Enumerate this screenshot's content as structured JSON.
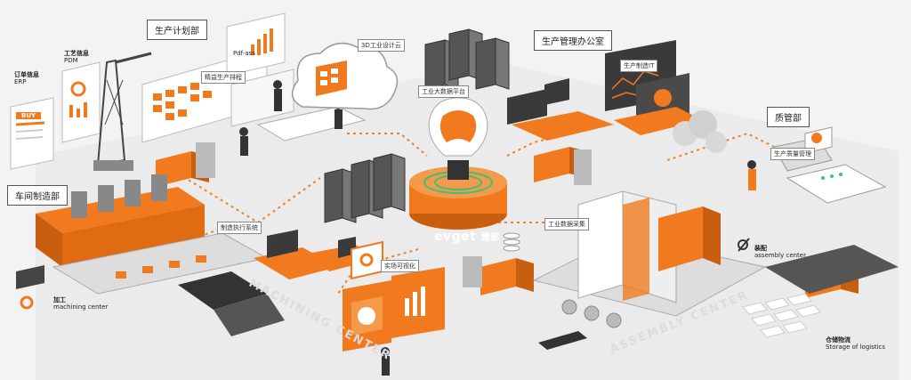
{
  "callouts": {
    "production_plan": "生产计划部",
    "production_office": "生产管理办公室",
    "quality_dept": "质管部",
    "workshop": "车间制造部"
  },
  "systems": {
    "order_info": "订单信息",
    "order_erp": "ERP",
    "process_info": "工艺信息",
    "process_pdm": "PDM",
    "precise_schedule": "精益生产排程",
    "cloud_3d": "3D工业设计云",
    "big_data": "工业大数据平台",
    "prod_manage": "生产制造IT",
    "quality_manage": "生产质量管理",
    "mes": "制造执行系统",
    "live_visual": "实场可视化",
    "data_collect": "工业数据采集"
  },
  "areas": {
    "machining_cn": "加工",
    "machining_en": "machining center",
    "assembly_cn": "装配",
    "assembly_en": "assembly center",
    "logistics_cn": "仓储物流",
    "logistics_en": "Storage of logistics"
  },
  "watermarks": {
    "machining": "MACHINING CENTER",
    "assembly": "ASSEMBLY CENTER"
  },
  "screen_text": {
    "buy": "BUY",
    "pdf_title": "Pdf-ass"
  },
  "brand": {
    "name": "evget",
    "suffix": "慧都"
  },
  "colors": {
    "accent": "#f07a1d",
    "dark": "#3a3a3a",
    "line": "#e8842e"
  }
}
